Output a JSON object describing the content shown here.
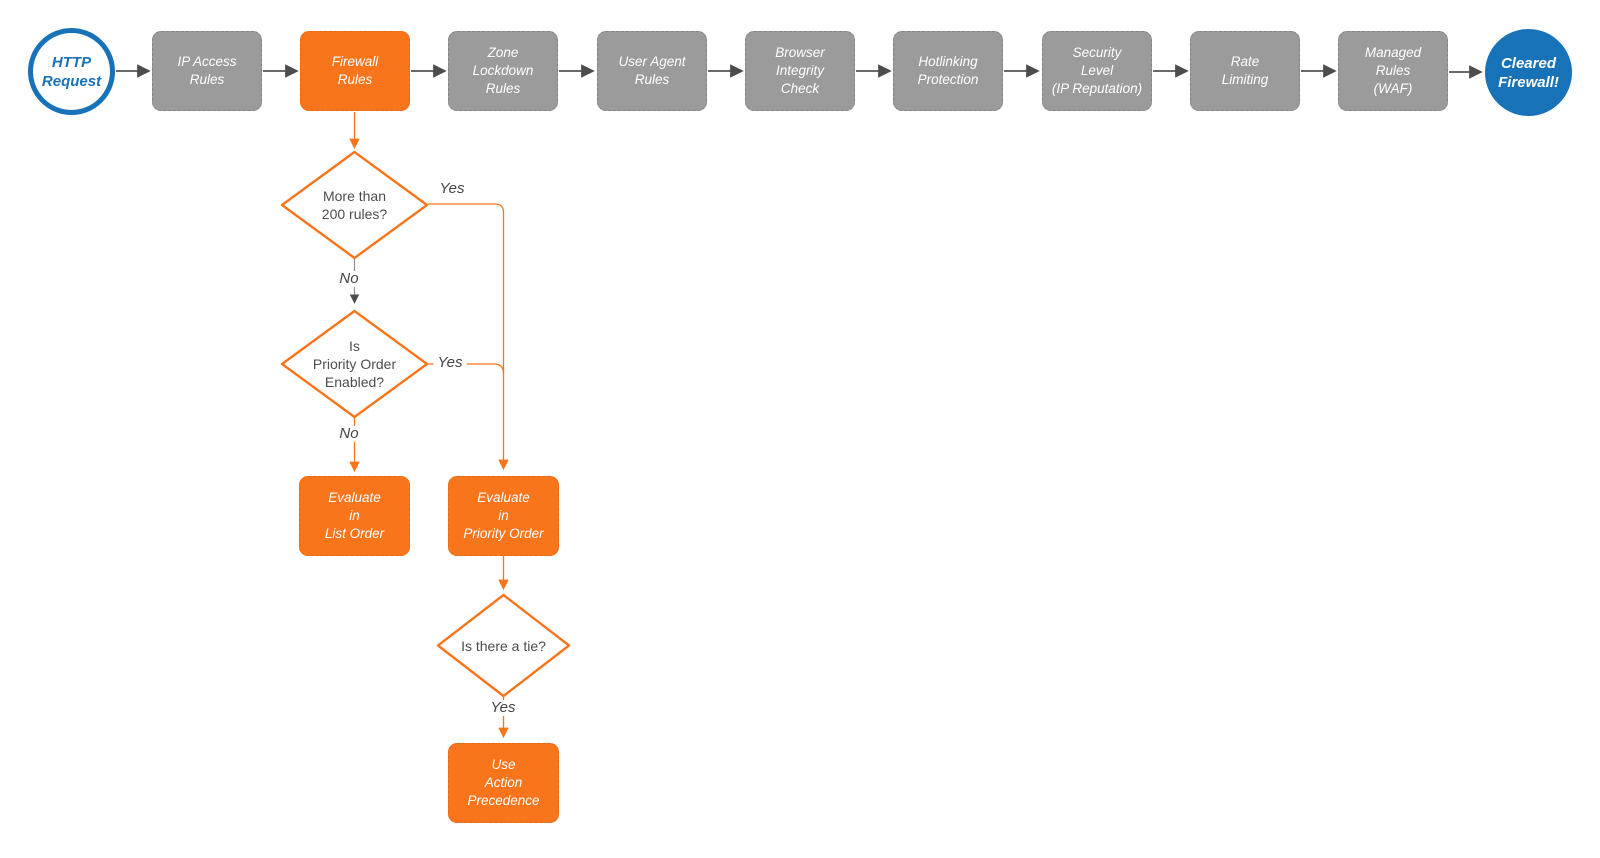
{
  "colors": {
    "accent_orange": "#F8751C",
    "node_gray": "#9B9B9B",
    "terminal_blue": "#1872B8",
    "connector_gray": "#555555",
    "diamond_text": "#4D4D4D",
    "box_text": "#FFFFFF"
  },
  "pipeline": {
    "start": {
      "label": "HTTP\nRequest"
    },
    "stages": [
      {
        "id": "ip-access-rules",
        "label": "IP Access\nRules"
      },
      {
        "id": "firewall-rules",
        "label": "Firewall\nRules"
      },
      {
        "id": "zone-lockdown-rules",
        "label": "Zone\nLockdown\nRules"
      },
      {
        "id": "user-agent-rules",
        "label": "User Agent\nRules"
      },
      {
        "id": "browser-integrity-check",
        "label": "Browser\nIntegrity\nCheck"
      },
      {
        "id": "hotlinking-protection",
        "label": "Hotlinking\nProtection"
      },
      {
        "id": "security-level",
        "label": "Security\nLevel\n(IP Reputation)"
      },
      {
        "id": "rate-limiting",
        "label": "Rate\nLimiting"
      },
      {
        "id": "managed-rules-waf",
        "label": "Managed\nRules\n(WAF)"
      }
    ],
    "end": {
      "label": "Cleared\nFirewall!"
    }
  },
  "branch": {
    "decision_rules_count": {
      "label": "More than\n200 rules?",
      "yes": "Yes",
      "no": "No"
    },
    "decision_priority_order": {
      "label": "Is\nPriority Order\nEnabled?",
      "yes": "Yes",
      "no": "No"
    },
    "evaluate_list_order": {
      "label": "Evaluate\nin\nList Order"
    },
    "evaluate_priority_order": {
      "label": "Evaluate\nin\nPriority Order"
    },
    "decision_tie": {
      "label": "Is there a tie?",
      "yes": "Yes"
    },
    "use_action_precedence": {
      "label": "Use\nAction\nPrecedence"
    }
  }
}
